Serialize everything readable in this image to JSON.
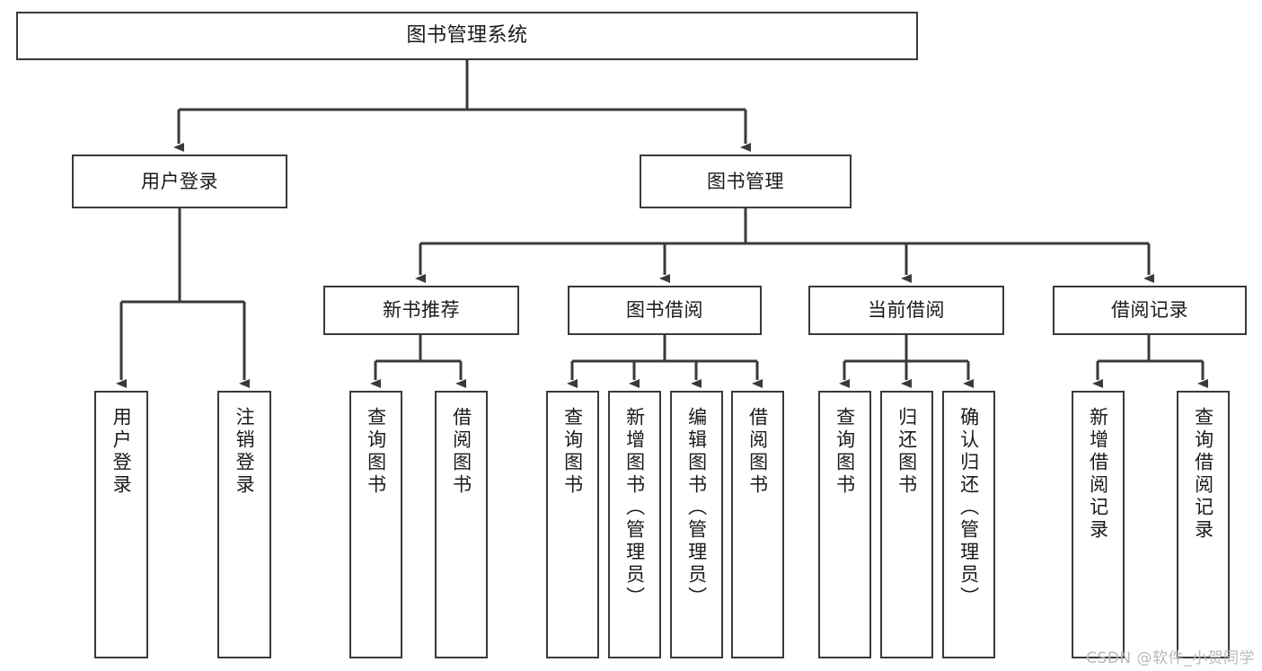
{
  "diagram": {
    "title": "图书管理系统",
    "watermark": "CSDN @软件_小贺同学",
    "colors": {
      "stroke": "#3a3a3a",
      "text": "#1a1a1a",
      "background": "#ffffff",
      "watermark": "#b9b9b9"
    },
    "root": {
      "label": "图书管理系统"
    },
    "level2": [
      {
        "label": "用户登录"
      },
      {
        "label": "图书管理"
      }
    ],
    "level3": [
      {
        "label": "新书推荐"
      },
      {
        "label": "图书借阅"
      },
      {
        "label": "当前借阅"
      },
      {
        "label": "借阅记录"
      }
    ],
    "leaves": {
      "user_login": [
        {
          "label": "用户登录"
        },
        {
          "label": "注销登录"
        }
      ],
      "new_book": [
        {
          "label": "查询图书"
        },
        {
          "label": "借阅图书"
        }
      ],
      "borrow": [
        {
          "label": "查询图书"
        },
        {
          "label": "新增图书（管理员）"
        },
        {
          "label": "编辑图书（管理员）"
        },
        {
          "label": "借阅图书"
        }
      ],
      "current": [
        {
          "label": "查询图书"
        },
        {
          "label": "归还图书"
        },
        {
          "label": "确认归还（管理员）"
        }
      ],
      "records": [
        {
          "label": "新增借阅记录"
        },
        {
          "label": "查询借阅记录"
        }
      ]
    }
  }
}
